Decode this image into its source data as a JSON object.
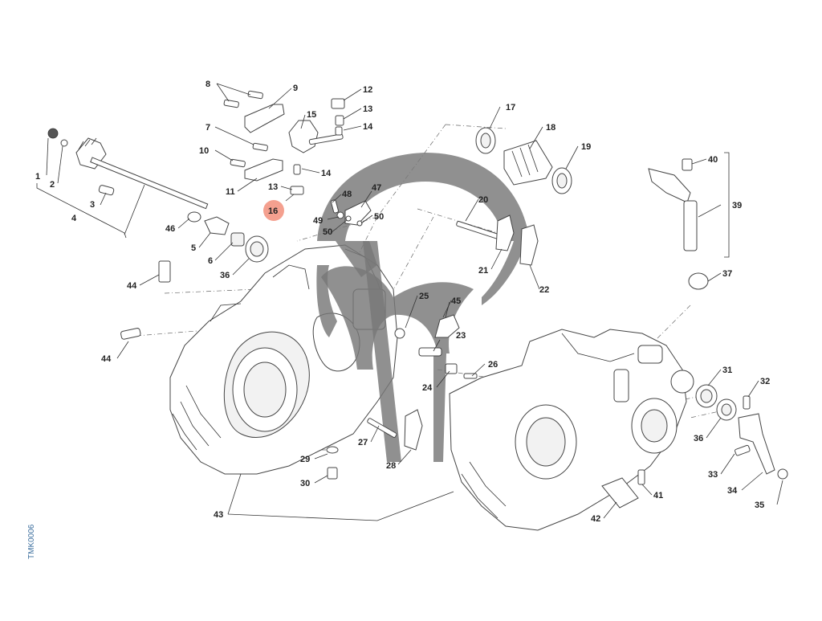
{
  "diagram": {
    "code": "TMK0006",
    "highlighted_callout": "16",
    "highlight_color": "#f4a08f",
    "label_color": "#222222",
    "line_color": "#333333",
    "watermark_color": "#777777",
    "callouts": [
      {
        "id": "c1",
        "text": "1"
      },
      {
        "id": "c2",
        "text": "2"
      },
      {
        "id": "c3",
        "text": "3"
      },
      {
        "id": "c4",
        "text": "4"
      },
      {
        "id": "c5",
        "text": "5"
      },
      {
        "id": "c6",
        "text": "6"
      },
      {
        "id": "c7",
        "text": "7"
      },
      {
        "id": "c8",
        "text": "8"
      },
      {
        "id": "c9",
        "text": "9"
      },
      {
        "id": "c10",
        "text": "10"
      },
      {
        "id": "c11",
        "text": "11"
      },
      {
        "id": "c12",
        "text": "12"
      },
      {
        "id": "c13a",
        "text": "13"
      },
      {
        "id": "c13b",
        "text": "13"
      },
      {
        "id": "c14a",
        "text": "14"
      },
      {
        "id": "c14b",
        "text": "14"
      },
      {
        "id": "c15",
        "text": "15"
      },
      {
        "id": "c16",
        "text": "16"
      },
      {
        "id": "c17",
        "text": "17"
      },
      {
        "id": "c18",
        "text": "18"
      },
      {
        "id": "c19",
        "text": "19"
      },
      {
        "id": "c20",
        "text": "20"
      },
      {
        "id": "c21",
        "text": "21"
      },
      {
        "id": "c22",
        "text": "22"
      },
      {
        "id": "c23",
        "text": "23"
      },
      {
        "id": "c24",
        "text": "24"
      },
      {
        "id": "c25",
        "text": "25"
      },
      {
        "id": "c26",
        "text": "26"
      },
      {
        "id": "c27",
        "text": "27"
      },
      {
        "id": "c28",
        "text": "28"
      },
      {
        "id": "c29",
        "text": "29"
      },
      {
        "id": "c30",
        "text": "30"
      },
      {
        "id": "c31",
        "text": "31"
      },
      {
        "id": "c32",
        "text": "32"
      },
      {
        "id": "c33",
        "text": "33"
      },
      {
        "id": "c34",
        "text": "34"
      },
      {
        "id": "c35",
        "text": "35"
      },
      {
        "id": "c36a",
        "text": "36"
      },
      {
        "id": "c36b",
        "text": "36"
      },
      {
        "id": "c37",
        "text": "37"
      },
      {
        "id": "c39",
        "text": "39"
      },
      {
        "id": "c40",
        "text": "40"
      },
      {
        "id": "c41",
        "text": "41"
      },
      {
        "id": "c42",
        "text": "42"
      },
      {
        "id": "c43",
        "text": "43"
      },
      {
        "id": "c44a",
        "text": "44"
      },
      {
        "id": "c44b",
        "text": "44"
      },
      {
        "id": "c45",
        "text": "45"
      },
      {
        "id": "c46",
        "text": "46"
      },
      {
        "id": "c47",
        "text": "47"
      },
      {
        "id": "c48",
        "text": "48"
      },
      {
        "id": "c49",
        "text": "49"
      },
      {
        "id": "c50a",
        "text": "50"
      },
      {
        "id": "c50b",
        "text": "50"
      }
    ]
  }
}
